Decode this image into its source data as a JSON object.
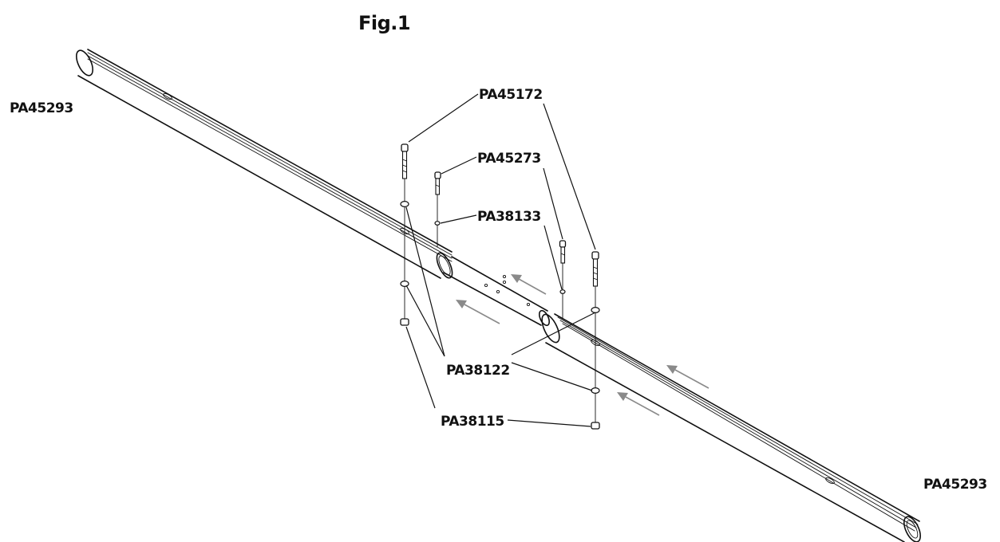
{
  "figure": {
    "title": "Fig.1"
  },
  "labels": {
    "tube_top_left": "PA45293",
    "tube_bottom_right": "PA45293",
    "long_bolt": "PA45172",
    "short_bolt": "PA45273",
    "lock_washer": "PA38133",
    "flat_washer": "PA38122",
    "nut": "PA38115"
  },
  "colors": {
    "line": "#111111",
    "arrow": "#8a8a8a",
    "background": "#ffffff"
  }
}
